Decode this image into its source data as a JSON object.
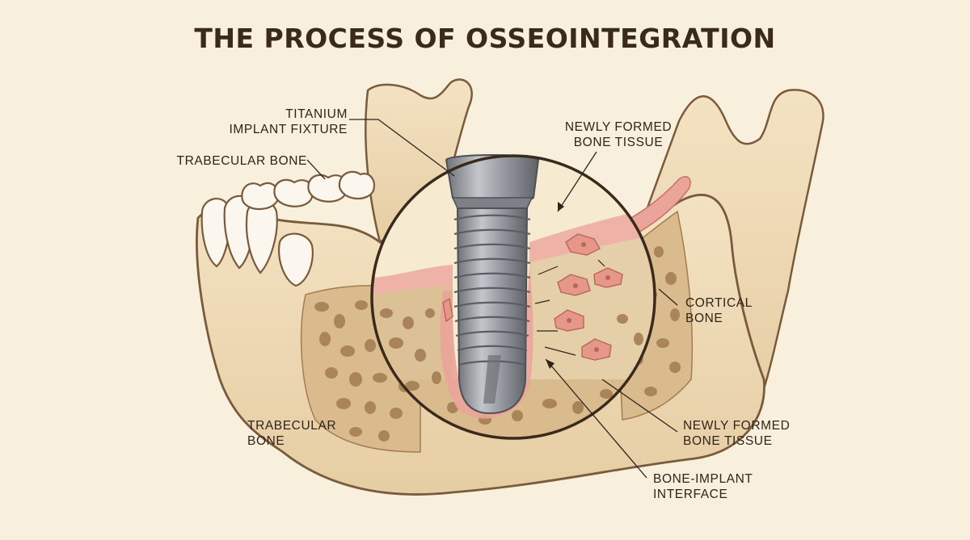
{
  "title": "THE PROCESS OF OSSEOINTEGRATION",
  "labels": {
    "titanium_implant": {
      "line1": "TITANIUM",
      "line2": "IMPLANT FIXTURE"
    },
    "trabecular_top": {
      "line1": "TRABECULAR BONE"
    },
    "newly_formed_top": {
      "line1": "NEWLY FORMED",
      "line2": "BONE TISSUE"
    },
    "cortical_bone": {
      "line1": "CORTICAL",
      "line2": "BONE"
    },
    "trabecular_bottom": {
      "line1": "TRABECULAR",
      "line2": "BONE"
    },
    "newly_formed_bottom": {
      "line1": "NEWLY FORMED",
      "line2": "BONE TISSUE"
    },
    "bone_implant_interface": {
      "line1": "BONE-IMPLANT",
      "line2": "INTERFACE"
    }
  },
  "colors": {
    "background": "#f8efdc",
    "bone": "#f0dcb6",
    "bone_shadow": "#dfc296",
    "outline": "#7a5a3c",
    "spongy": "#d7b98c",
    "pore": "#a47c52",
    "gum": "#eaa49a",
    "cell": "#e7968a",
    "implant": "#8c9096"
  },
  "icons": [
    "jaw-illustration",
    "implant-illustration",
    "magnifier-circle"
  ]
}
